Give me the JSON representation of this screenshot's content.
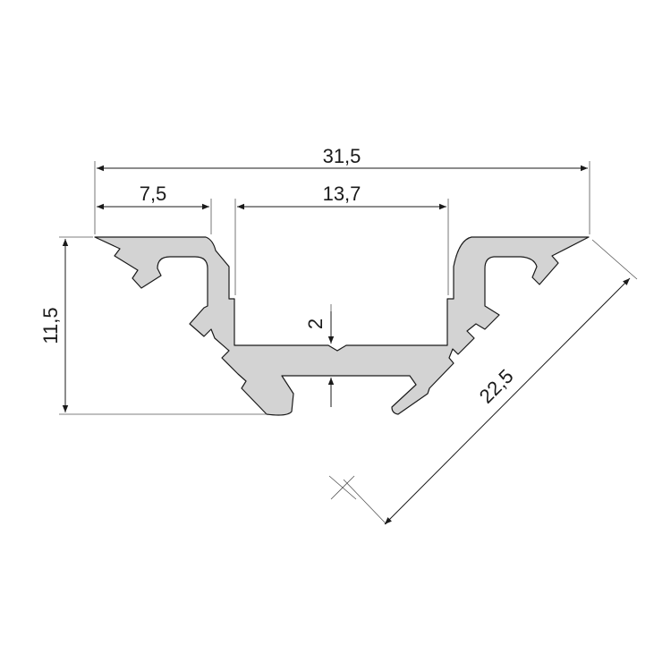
{
  "dimensions": {
    "overall_width": "31,5",
    "flange_width": "7,5",
    "channel_width": "13,7",
    "height": "11,5",
    "base_thickness": "2",
    "diagonal": "22,5"
  },
  "colors": {
    "profile_fill": "#d3d3d3",
    "line": "#1a1a1a"
  }
}
